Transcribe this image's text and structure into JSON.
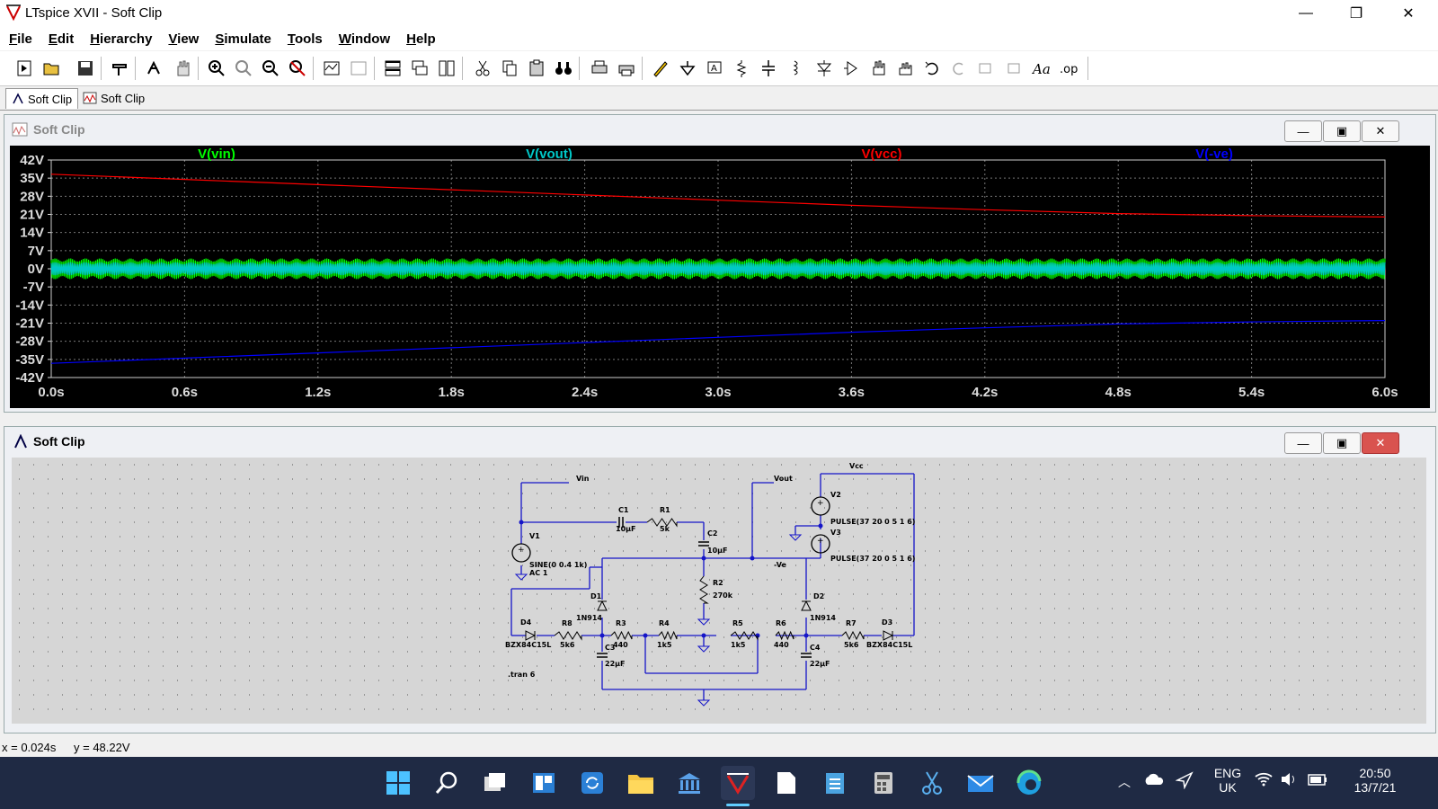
{
  "window": {
    "title": "LTspice XVII - Soft Clip",
    "min_icon": "minimize-icon",
    "max_icon": "restore-icon",
    "close_icon": "close-icon"
  },
  "menu": [
    "File",
    "Edit",
    "Hierarchy",
    "View",
    "Simulate",
    "Tools",
    "Window",
    "Help"
  ],
  "tabs": [
    {
      "label": "Soft Clip",
      "icon": "schematic-icon",
      "active": true
    },
    {
      "label": "Soft Clip",
      "icon": "waveform-icon",
      "active": false
    }
  ],
  "waveform_window": {
    "title": "Soft Clip"
  },
  "schematic_window": {
    "title": "Soft Clip"
  },
  "chart_data": {
    "type": "line",
    "x_ticks": [
      "0.0s",
      "0.6s",
      "1.2s",
      "1.8s",
      "2.4s",
      "3.0s",
      "3.6s",
      "4.2s",
      "4.8s",
      "5.4s",
      "6.0s"
    ],
    "y_ticks": [
      "42V",
      "35V",
      "28V",
      "21V",
      "14V",
      "7V",
      "0V",
      "-7V",
      "-14V",
      "-21V",
      "-28V",
      "-35V",
      "-42V"
    ],
    "xlim": [
      0,
      6
    ],
    "ylim": [
      -42,
      42
    ],
    "grid": true,
    "series": [
      {
        "name": "V(vin)",
        "color": "#00ff00",
        "amplitude": 4,
        "offset": 0
      },
      {
        "name": "V(vout)",
        "color": "#00c8c8",
        "amplitude": 2.5,
        "offset": 0
      },
      {
        "name": "V(vcc)",
        "color": "#ff0000",
        "x": [
          0,
          0.6,
          1.2,
          1.8,
          2.4,
          3.0,
          3.6,
          4.2,
          4.8,
          5.4,
          6.0
        ],
        "y": [
          36.5,
          34.5,
          32.5,
          30.5,
          28.5,
          26.5,
          24.5,
          22.8,
          21.3,
          20.5,
          20.0
        ]
      },
      {
        "name": "V(-ve)",
        "color": "#0000ff",
        "x": [
          0,
          0.6,
          1.2,
          1.8,
          2.4,
          3.0,
          3.6,
          4.2,
          4.8,
          5.4,
          6.0
        ],
        "y": [
          -36.5,
          -34.5,
          -32.5,
          -30.5,
          -28.5,
          -26.5,
          -24.5,
          -22.8,
          -21.3,
          -20.5,
          -20.0
        ]
      }
    ]
  },
  "schematic": {
    "labels": [
      "Vin",
      "Vout",
      "Vcc",
      "C1",
      "10µF",
      "R1",
      "5k",
      "C2",
      "10µF",
      "V1",
      "SINE(0 0.4 1k)",
      "AC 1",
      "V2",
      "PULSE(37 20 0 5 1 6)",
      "V3",
      "PULSE(37 20 0 5 1 6)",
      "-Ve",
      "R2",
      "270k",
      "D1",
      "1N914",
      "D2",
      "1N914",
      "D4",
      "BZX84C15L",
      "R8",
      "5k6",
      "R3",
      "440",
      "R4",
      "1k5",
      "R5",
      "1k5",
      "R6",
      "440",
      "R7",
      "5k6",
      "D3",
      "BZX84C15L",
      "C3",
      "22µF",
      "C4",
      "22µF",
      ".tran 6"
    ]
  },
  "status": {
    "x": "x = 0.024s",
    "y": "y = 48.22V"
  },
  "tray": {
    "lang1": "ENG",
    "lang2": "UK",
    "time": "20:50",
    "date": "13/7/21"
  }
}
